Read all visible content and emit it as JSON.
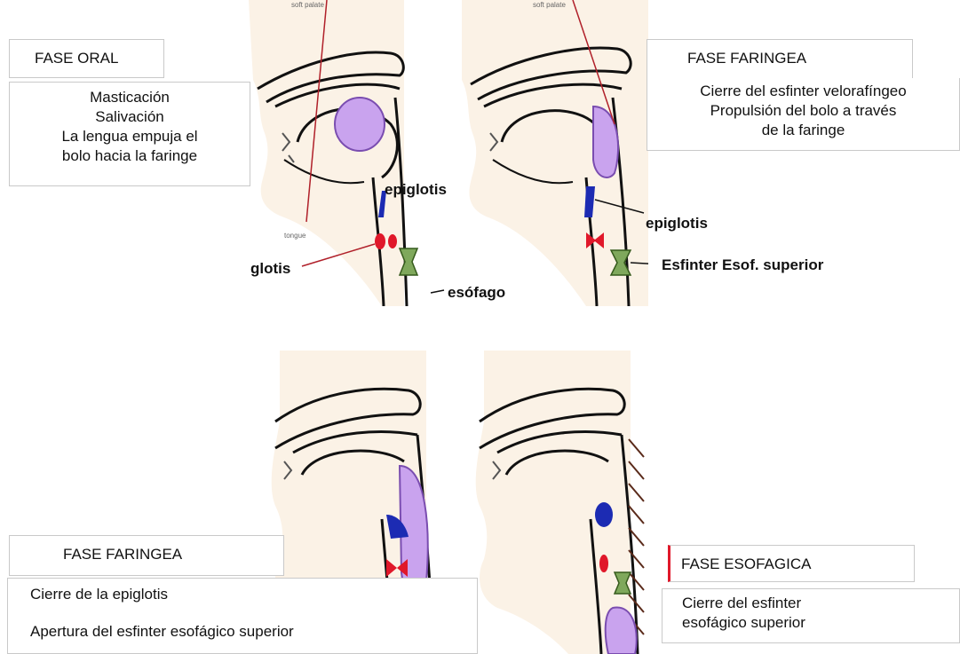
{
  "phases": {
    "oral": {
      "title": "FASE ORAL",
      "lines": [
        "Masticación",
        "Salivación",
        "La lengua empuja el",
        "bolo hacia la faringe"
      ]
    },
    "pharyngeal_top": {
      "title": "FASE FARINGEA",
      "lines": [
        "Cierre del esfinter velorafíngeo",
        "Propulsión del  bolo a través",
        "de la faringe"
      ]
    },
    "pharyngeal_bottom": {
      "title": "FASE FARINGEA",
      "lines": [
        "Cierre de la epiglotis",
        "Apertura del esfinter esofágico superior"
      ]
    },
    "esophageal": {
      "title": "FASE ESOFAGICA",
      "lines": [
        "Cierre del esfinter",
        "esofágico superior"
      ]
    }
  },
  "labels": {
    "epiglotis_1": "epiglotis",
    "glotis": "glotis",
    "esofago": "esófago",
    "epiglotis_2": "epiglotis",
    "esfinter": "Esfinter Esof. superior"
  },
  "faint_labels": {
    "soft_palate_1": "soft palate",
    "soft_palate_2": "soft palate",
    "tongue": "tongue"
  },
  "colors": {
    "bolus": "#c9a3ee",
    "epiglottis": "#1c2bb3",
    "glottis": "#e0182a",
    "sphincter": "#7fa85c",
    "outline": "#111111",
    "skin": "#fbf2e6"
  }
}
